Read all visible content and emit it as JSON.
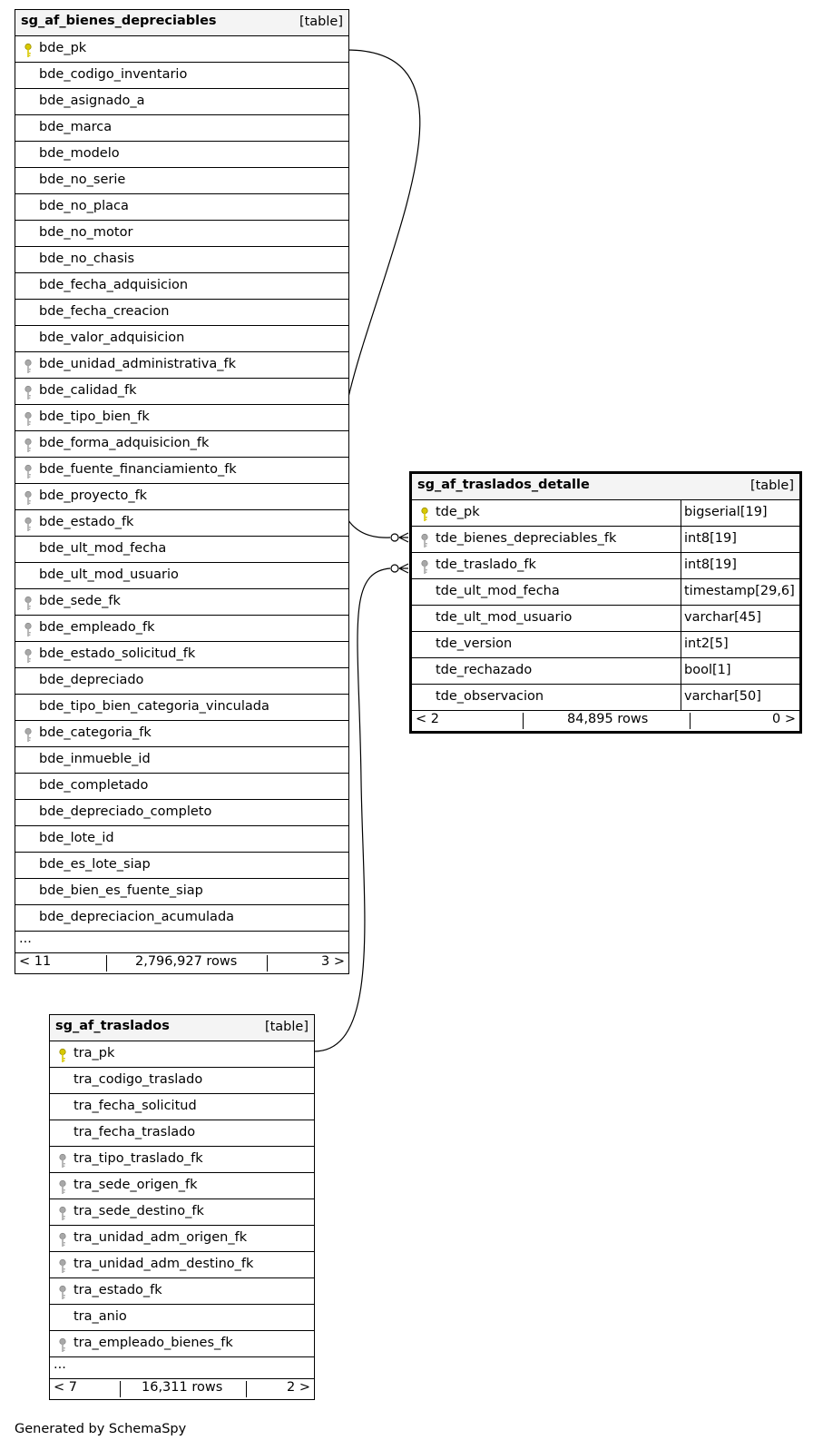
{
  "tables": {
    "bienes": {
      "name": "sg_af_bienes_depreciables",
      "type_label": "[table]",
      "columns": [
        {
          "name": "bde_pk",
          "key": "pk"
        },
        {
          "name": "bde_codigo_inventario",
          "key": ""
        },
        {
          "name": "bde_asignado_a",
          "key": ""
        },
        {
          "name": "bde_marca",
          "key": ""
        },
        {
          "name": "bde_modelo",
          "key": ""
        },
        {
          "name": "bde_no_serie",
          "key": ""
        },
        {
          "name": "bde_no_placa",
          "key": ""
        },
        {
          "name": "bde_no_motor",
          "key": ""
        },
        {
          "name": "bde_no_chasis",
          "key": ""
        },
        {
          "name": "bde_fecha_adquisicion",
          "key": ""
        },
        {
          "name": "bde_fecha_creacion",
          "key": ""
        },
        {
          "name": "bde_valor_adquisicion",
          "key": ""
        },
        {
          "name": "bde_unidad_administrativa_fk",
          "key": "fk"
        },
        {
          "name": "bde_calidad_fk",
          "key": "fk"
        },
        {
          "name": "bde_tipo_bien_fk",
          "key": "fk"
        },
        {
          "name": "bde_forma_adquisicion_fk",
          "key": "fk"
        },
        {
          "name": "bde_fuente_financiamiento_fk",
          "key": "fk"
        },
        {
          "name": "bde_proyecto_fk",
          "key": "fk"
        },
        {
          "name": "bde_estado_fk",
          "key": "fk"
        },
        {
          "name": "bde_ult_mod_fecha",
          "key": ""
        },
        {
          "name": "bde_ult_mod_usuario",
          "key": ""
        },
        {
          "name": "bde_sede_fk",
          "key": "fk"
        },
        {
          "name": "bde_empleado_fk",
          "key": "fk"
        },
        {
          "name": "bde_estado_solicitud_fk",
          "key": "fk"
        },
        {
          "name": "bde_depreciado",
          "key": ""
        },
        {
          "name": "bde_tipo_bien_categoria_vinculada",
          "key": ""
        },
        {
          "name": "bde_categoria_fk",
          "key": "fk"
        },
        {
          "name": "bde_inmueble_id",
          "key": ""
        },
        {
          "name": "bde_completado",
          "key": ""
        },
        {
          "name": "bde_depreciado_completo",
          "key": ""
        },
        {
          "name": "bde_lote_id",
          "key": ""
        },
        {
          "name": "bde_es_lote_siap",
          "key": ""
        },
        {
          "name": "bde_bien_es_fuente_siap",
          "key": ""
        },
        {
          "name": "bde_depreciacion_acumulada",
          "key": ""
        }
      ],
      "more": "...",
      "footer": {
        "left": "< 11",
        "rows": "2,796,927 rows",
        "right": "3 >"
      }
    },
    "detalle": {
      "name": "sg_af_traslados_detalle",
      "type_label": "[table]",
      "columns": [
        {
          "name": "tde_pk",
          "type": "bigserial[19]",
          "key": "pk"
        },
        {
          "name": "tde_bienes_depreciables_fk",
          "type": "int8[19]",
          "key": "fk"
        },
        {
          "name": "tde_traslado_fk",
          "type": "int8[19]",
          "key": "fk"
        },
        {
          "name": "tde_ult_mod_fecha",
          "type": "timestamp[29,6]",
          "key": ""
        },
        {
          "name": "tde_ult_mod_usuario",
          "type": "varchar[45]",
          "key": ""
        },
        {
          "name": "tde_version",
          "type": "int2[5]",
          "key": ""
        },
        {
          "name": "tde_rechazado",
          "type": "bool[1]",
          "key": ""
        },
        {
          "name": "tde_observacion",
          "type": "varchar[50]",
          "key": ""
        }
      ],
      "footer": {
        "left": "< 2",
        "rows": "84,895 rows",
        "right": "0 >"
      }
    },
    "traslados": {
      "name": "sg_af_traslados",
      "type_label": "[table]",
      "columns": [
        {
          "name": "tra_pk",
          "key": "pk"
        },
        {
          "name": "tra_codigo_traslado",
          "key": ""
        },
        {
          "name": "tra_fecha_solicitud",
          "key": ""
        },
        {
          "name": "tra_fecha_traslado",
          "key": ""
        },
        {
          "name": "tra_tipo_traslado_fk",
          "key": "fk"
        },
        {
          "name": "tra_sede_origen_fk",
          "key": "fk"
        },
        {
          "name": "tra_sede_destino_fk",
          "key": "fk"
        },
        {
          "name": "tra_unidad_adm_origen_fk",
          "key": "fk"
        },
        {
          "name": "tra_unidad_adm_destino_fk",
          "key": "fk"
        },
        {
          "name": "tra_estado_fk",
          "key": "fk"
        },
        {
          "name": "tra_anio",
          "key": ""
        },
        {
          "name": "tra_empleado_bienes_fk",
          "key": "fk"
        }
      ],
      "more": "...",
      "footer": {
        "left": "< 7",
        "rows": "16,311 rows",
        "right": "2 >"
      }
    }
  },
  "colors": {
    "pk_key": "#d8c800",
    "fk_key": "#a8a8a8",
    "header_bg": "#f4f4f4"
  },
  "generated_by": "Generated by SchemaSpy"
}
